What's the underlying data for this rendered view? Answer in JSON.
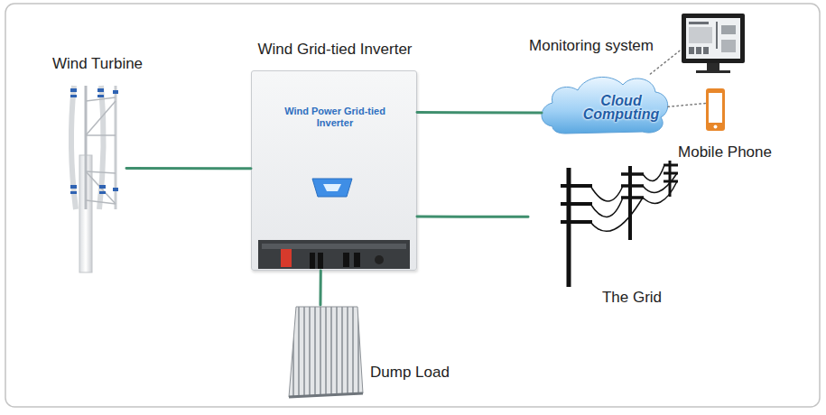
{
  "diagram": {
    "nodes": [
      {
        "text": [
          "Wind Turbine"
        ]
      },
      {
        "text": [
          "Wind Grid-tied Inverter",
          "Wind Power Grid-tied Inverter"
        ]
      },
      {
        "text": [
          "Monitoring system"
        ]
      },
      {
        "text": [
          "Cloud Computing"
        ]
      },
      {
        "text": [
          "Mobile Phone"
        ]
      },
      {
        "text": [
          "The Grid"
        ]
      },
      {
        "text": [
          "Dump Load"
        ]
      }
    ],
    "edges": [
      {
        "from": 0,
        "to": 1,
        "arrow": "none"
      },
      {
        "from": 1,
        "to": 3,
        "arrow": "none"
      },
      {
        "from": 1,
        "to": 5,
        "arrow": "none"
      },
      {
        "from": 1,
        "to": 6,
        "arrow": "none"
      },
      {
        "from": 3,
        "to": 2,
        "arrow": "none"
      },
      {
        "from": 3,
        "to": 4,
        "arrow": "none"
      }
    ]
  }
}
